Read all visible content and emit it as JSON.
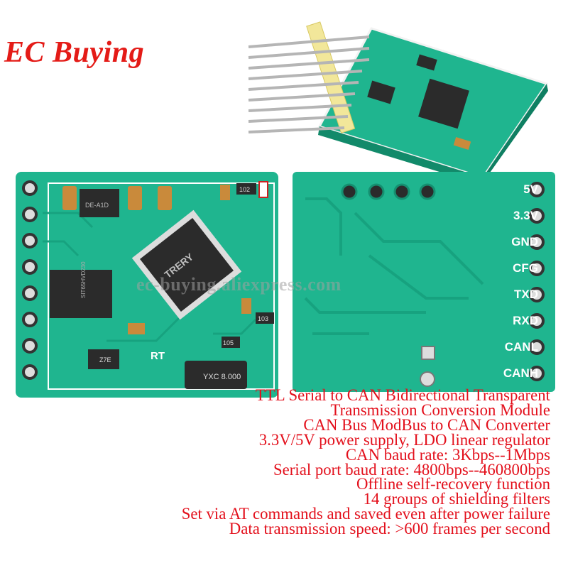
{
  "brand": {
    "title": "EC Buying"
  },
  "watermark": "ec-buying.aliexpress.com",
  "board": {
    "pin_labels": [
      "5V",
      "3.3V",
      "GND",
      "CFG",
      "TXD",
      "RXD",
      "CANL",
      "CANH"
    ],
    "component_markings": {
      "mcu": "TRERY",
      "regulator": "DE-A1D",
      "transceiver": "SIT65HVD230",
      "resistor_1": "102",
      "resistor_2": "103",
      "resistor_3": "105",
      "crystal": "YXC 8.000",
      "diode": "Z7E",
      "silk_rt": "RT"
    }
  },
  "description": [
    "TTL Serial to CAN Bidirectional Transparent",
    "Transmission Conversion Module",
    "CAN Bus ModBus to CAN Converter",
    "3.3V/5V power supply, LDO linear regulator",
    "CAN baud rate: 3Kbps--1Mbps",
    "Serial port baud rate: 4800bps--460800bps",
    "Offline self-recovery function",
    "14 groups of shielding filters",
    "Set via AT commands and saved even after power failure",
    "Data transmission speed: >600 frames per second"
  ],
  "colors": {
    "pcb": "#1fb58f",
    "pcb_dark": "#159c79",
    "accent_red": "#e41b17",
    "silkscreen": "#ffffff"
  }
}
